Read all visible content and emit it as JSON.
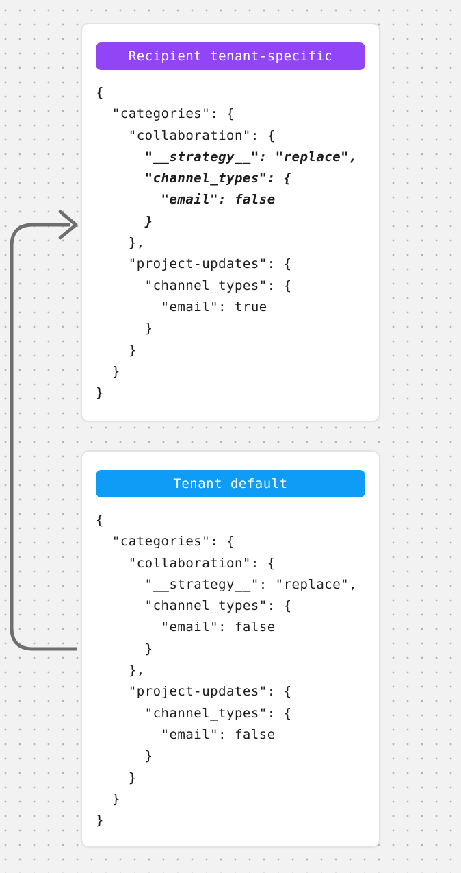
{
  "page": {
    "background_color": "#f2f2f2",
    "dot_color": "#b5b5b5",
    "arrow_color": "#6e6e6e",
    "arrow_meaning": "merge flow from Tenant default into Recipient tenant-specific"
  },
  "cards": [
    {
      "badge": {
        "label": "Recipient tenant-specific",
        "color": "#9245f7"
      },
      "code_lines": [
        {
          "text": "{",
          "emphasis": false
        },
        {
          "text": "  \"categories\": {",
          "emphasis": false
        },
        {
          "text": "    \"collaboration\": {",
          "emphasis": false
        },
        {
          "text": "      \"__strategy__\": \"replace\",",
          "emphasis": true
        },
        {
          "text": "      \"channel_types\": {",
          "emphasis": true
        },
        {
          "text": "        \"email\": false",
          "emphasis": true
        },
        {
          "text": "      }",
          "emphasis": true
        },
        {
          "text": "    },",
          "emphasis": false
        },
        {
          "text": "    \"project-updates\": {",
          "emphasis": false
        },
        {
          "text": "      \"channel_types\": {",
          "emphasis": false
        },
        {
          "text": "        \"email\": true",
          "emphasis": false
        },
        {
          "text": "      }",
          "emphasis": false
        },
        {
          "text": "    }",
          "emphasis": false
        },
        {
          "text": "  }",
          "emphasis": false
        },
        {
          "text": "}",
          "emphasis": false
        }
      ]
    },
    {
      "badge": {
        "label": "Tenant default",
        "color": "#0f9cf7"
      },
      "code_lines": [
        {
          "text": "{",
          "emphasis": false
        },
        {
          "text": "  \"categories\": {",
          "emphasis": false
        },
        {
          "text": "    \"collaboration\": {",
          "emphasis": false
        },
        {
          "text": "      \"__strategy__\": \"replace\",",
          "emphasis": false
        },
        {
          "text": "      \"channel_types\": {",
          "emphasis": false
        },
        {
          "text": "        \"email\": false",
          "emphasis": false
        },
        {
          "text": "      }",
          "emphasis": false
        },
        {
          "text": "    },",
          "emphasis": false
        },
        {
          "text": "    \"project-updates\": {",
          "emphasis": false
        },
        {
          "text": "      \"channel_types\": {",
          "emphasis": false
        },
        {
          "text": "        \"email\": false",
          "emphasis": false
        },
        {
          "text": "      }",
          "emphasis": false
        },
        {
          "text": "    }",
          "emphasis": false
        },
        {
          "text": "  }",
          "emphasis": false
        },
        {
          "text": "}",
          "emphasis": false
        }
      ]
    }
  ]
}
